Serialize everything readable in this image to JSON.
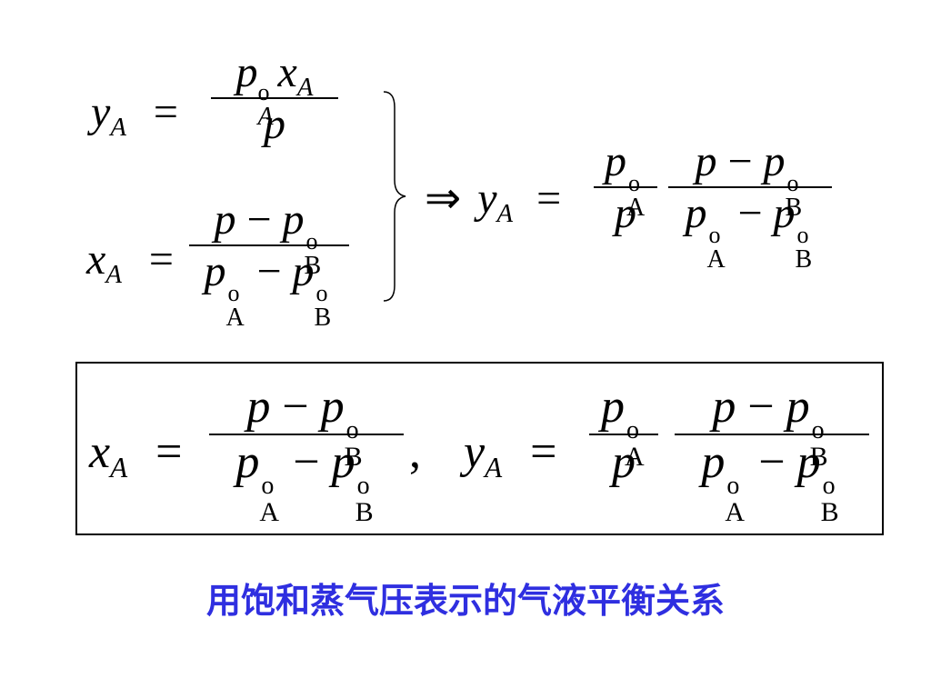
{
  "equations": {
    "ya_lhs": "y",
    "ya_sub": "A",
    "eq_sign": "=",
    "p": "p",
    "x": "x",
    "sub_A_italic": "A",
    "sub_A": "A",
    "sub_B": "B",
    "deg": "o",
    "minus": "−",
    "implies": "⇒",
    "comma": ","
  },
  "caption": "用饱和蒸气压表示的气液平衡关系"
}
